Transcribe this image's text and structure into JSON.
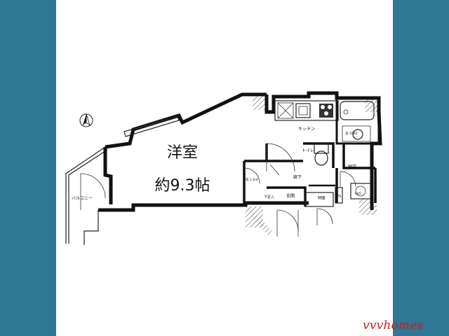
{
  "rooms": {
    "main_room_name": "洋室",
    "main_room_size": "約9.3帖",
    "kitchen": "キッチン",
    "toilet": "トイレ",
    "hallway": "廊下",
    "entrance": "玄関",
    "closet": "納戸",
    "storage": "下足入",
    "meter_box": "MB",
    "ps": "PS",
    "balcony": "バルコニー",
    "walk_in": "収.1.6㎡",
    "bath": "浴 1040",
    "washer": "640"
  },
  "brand": {
    "watermark": "vvvhomes",
    "watermark_color": "#d4191c"
  },
  "colors": {
    "side_panels": "#2e7795",
    "sheet": "#ffffff",
    "walls": "#111111"
  },
  "icons": {
    "north": "north-arrow-icon"
  }
}
